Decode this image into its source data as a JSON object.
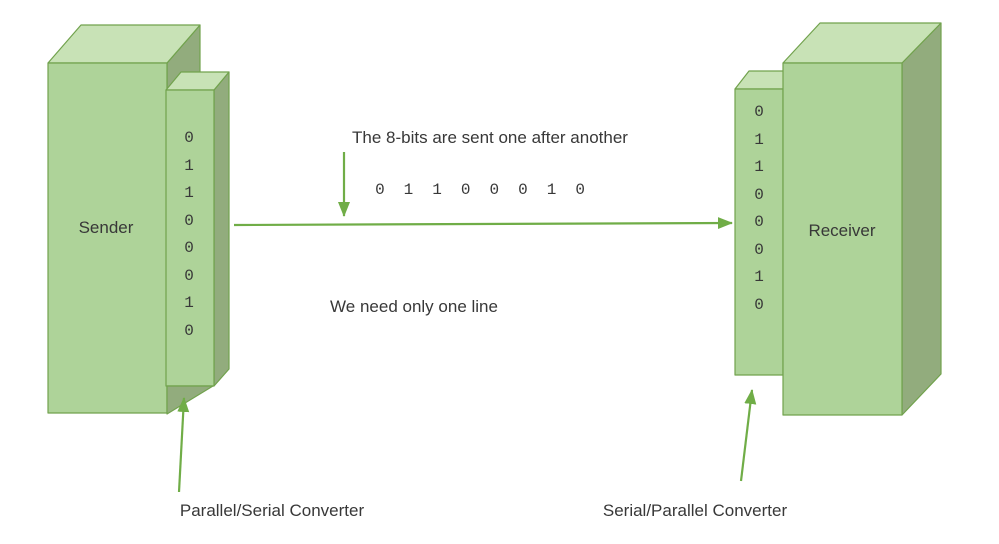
{
  "diagram": {
    "sender": {
      "label": "Sender",
      "converter_bits": [
        "0",
        "1",
        "1",
        "0",
        "0",
        "0",
        "1",
        "0"
      ],
      "converter_label": "Parallel/Serial Converter"
    },
    "receiver": {
      "label": "Receiver",
      "converter_bits": [
        "0",
        "1",
        "1",
        "0",
        "0",
        "0",
        "1",
        "0"
      ],
      "converter_label": "Serial/Parallel Converter"
    },
    "transmission": {
      "caption_top": "The 8-bits are sent one after another",
      "bits": [
        "0",
        "1",
        "1",
        "0",
        "0",
        "0",
        "1",
        "0"
      ],
      "caption_bottom": "We need only one line"
    },
    "colors": {
      "box_front": "#aed399",
      "box_top": "#c8e2b6",
      "box_side": "#92ac7d",
      "outline": "#71a24d",
      "arrow": "#70ad47",
      "text": "#383838"
    }
  }
}
